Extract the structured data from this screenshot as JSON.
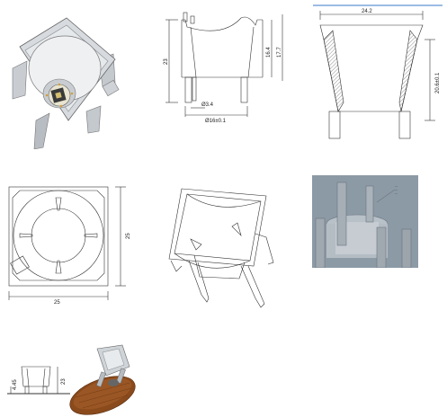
{
  "panels": {
    "iso_render": {
      "name": "Isometric render of reflector holder with LED board"
    },
    "side_drawing": {
      "dims": {
        "height_total": "23",
        "height_inner": "16.4",
        "height_right": "17.7",
        "leg_dia": "Ø3.4",
        "base_dia": "Ø16±0.1"
      }
    },
    "section_drawing": {
      "dims": {
        "top_width": "24.2",
        "height": "20.6±0.1"
      }
    },
    "top_view": {
      "dims": {
        "width": "25",
        "height": "25"
      }
    },
    "wire_iso": {},
    "photo_closeup": {
      "annotation_lines": [
        "—",
        "—",
        "—"
      ]
    },
    "assembly_side": {
      "dims": {
        "small": "4.45",
        "tall": "23"
      }
    },
    "assembly_render": {}
  },
  "colors": {
    "line": "#333333",
    "photo_bg": "#9aa8b4",
    "part_gray": "#c6ccd2",
    "pcb_brown": "#8a4a1c",
    "blue_rule": "#3a78c8"
  }
}
